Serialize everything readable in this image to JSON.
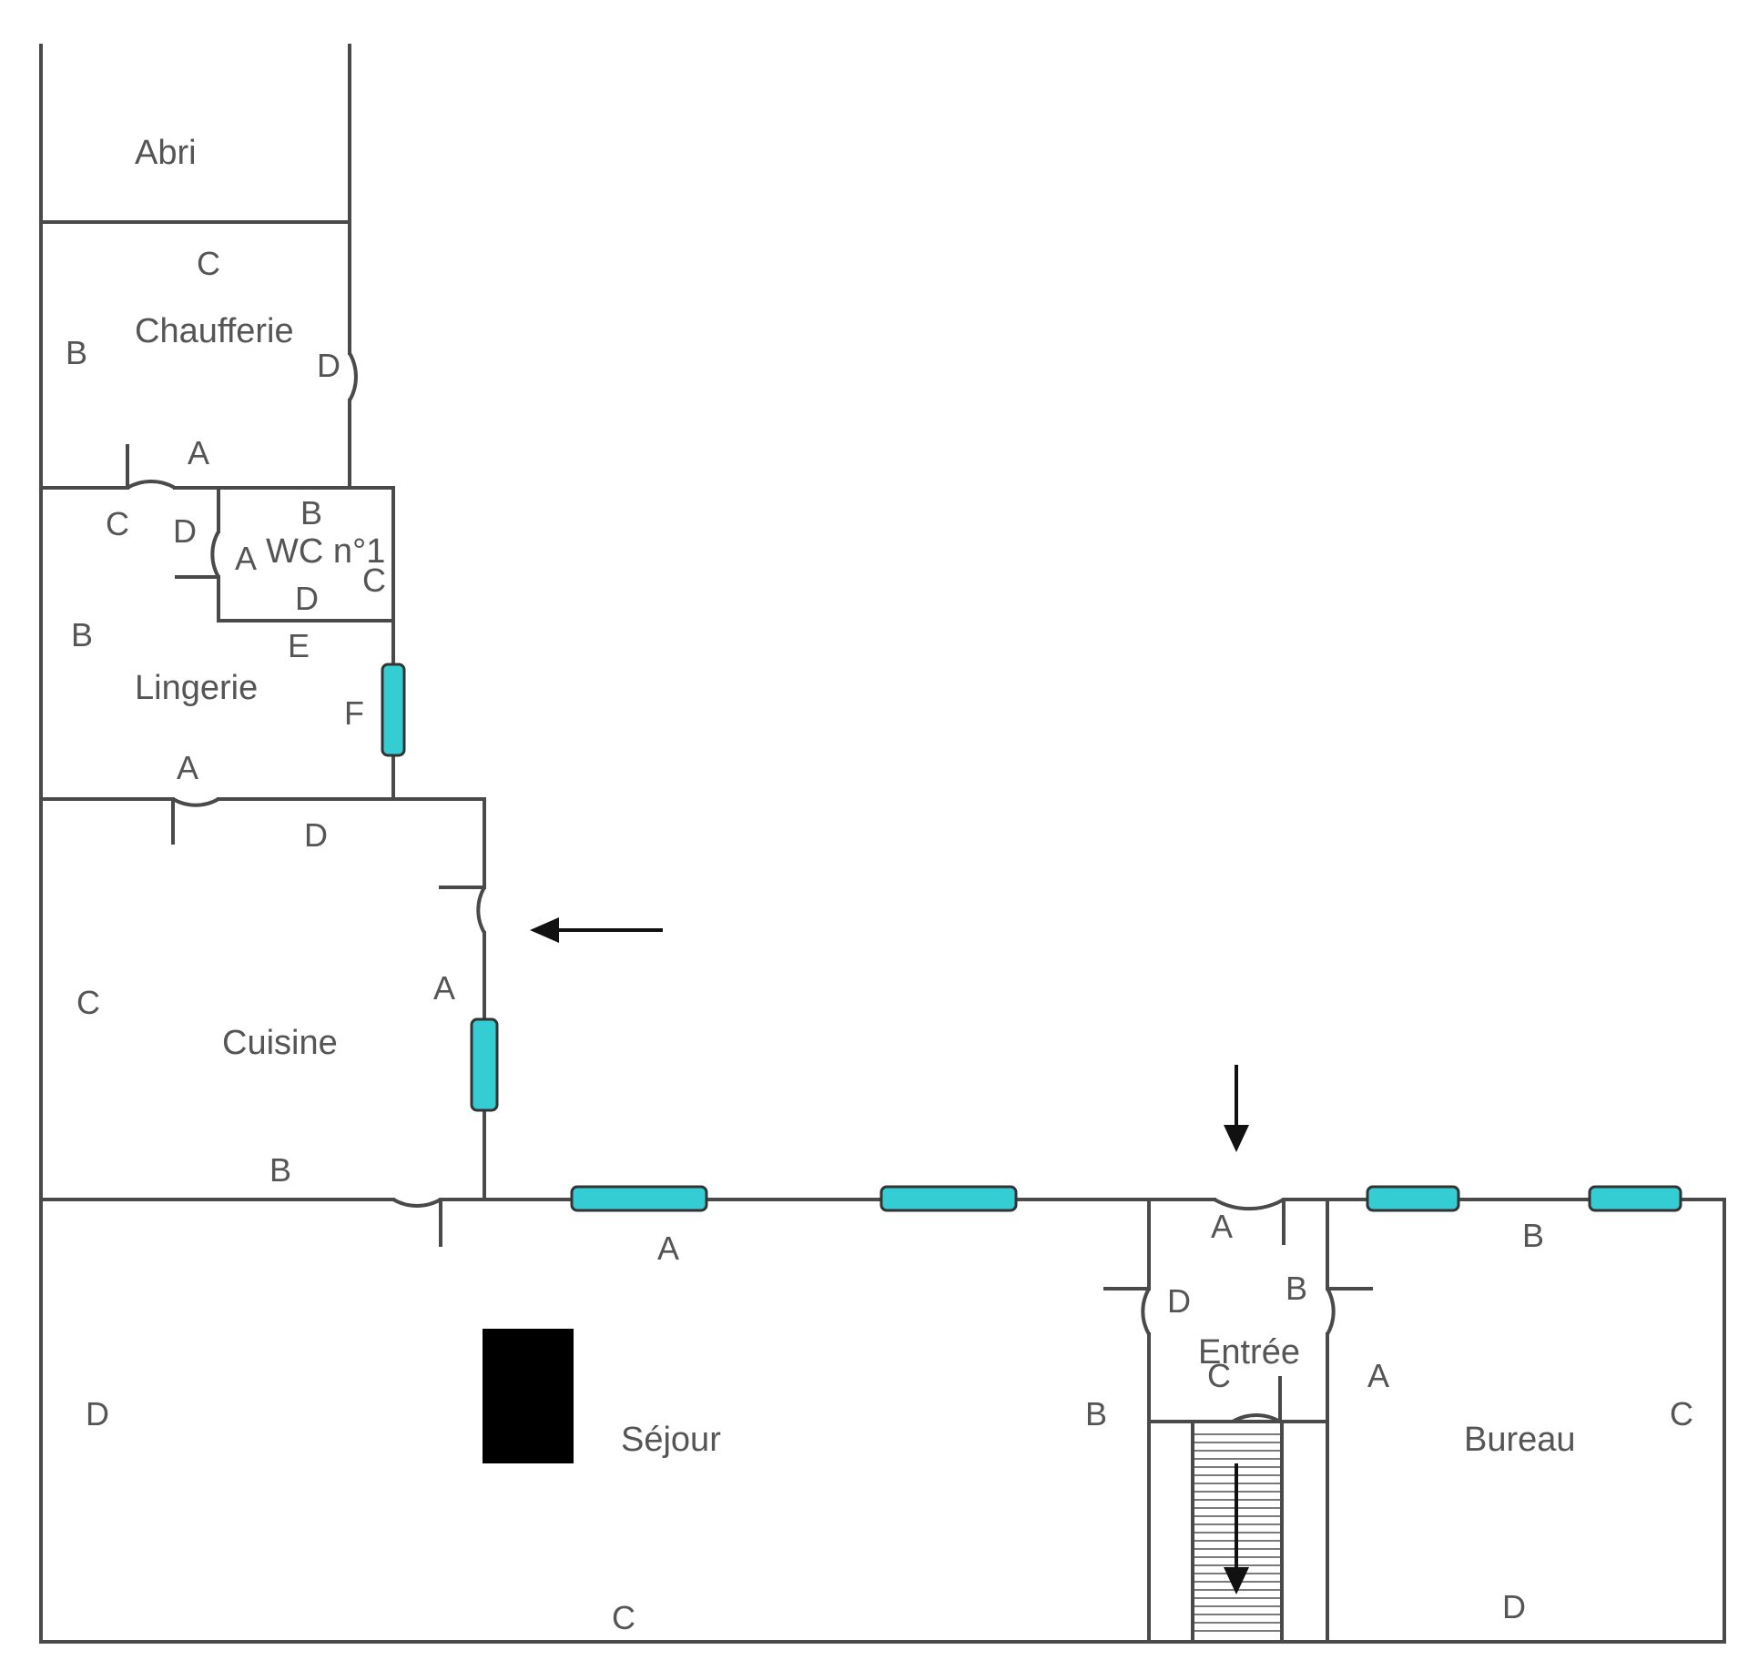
{
  "plan": {
    "rooms": {
      "abri": "Abri",
      "chaufferie": "Chaufferie",
      "wc": "WC n°1",
      "lingerie": "Lingerie",
      "cuisine": "Cuisine",
      "sejour": "Séjour",
      "entree": "Entrée",
      "bureau": "Bureau"
    },
    "wall_labels": {
      "chaufferie": {
        "top": "C",
        "left": "B",
        "right": "D",
        "bottom": "A"
      },
      "wc": {
        "top": "B",
        "left": "A",
        "right": "C",
        "bottom": "D"
      },
      "lingerie": {
        "top_left": "C",
        "door": "D",
        "left": "B",
        "wc_side": "E",
        "window_side": "F",
        "bottom": "A"
      },
      "cuisine": {
        "top": "D",
        "left": "C",
        "right": "A",
        "bottom": "B"
      },
      "sejour": {
        "top": "A",
        "left": "D",
        "right": "B",
        "bottom": "C"
      },
      "entree": {
        "top": "A",
        "left": "D",
        "right": "B",
        "bottom": "C"
      },
      "bureau": {
        "top": "B",
        "left": "A",
        "right": "C",
        "bottom": "D"
      }
    },
    "colors": {
      "wall": "#4a4a4a",
      "window": "#35cdd4",
      "chimney": "#000000"
    },
    "symbols": [
      "entry-arrow",
      "entry-arrow",
      "stair-down-arrow",
      "chimney"
    ]
  }
}
